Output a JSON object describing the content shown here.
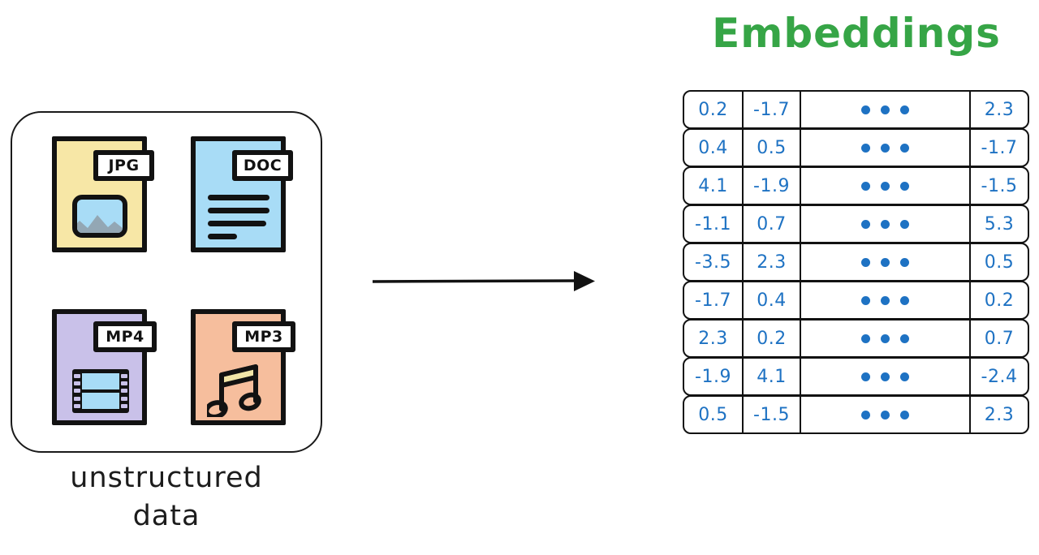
{
  "diagram": {
    "left": {
      "caption_line1": "unstructured",
      "caption_line2": "data",
      "files": [
        {
          "type": "JPG",
          "label": "JPG",
          "color": "#F7E7A6",
          "glyph": "image-icon"
        },
        {
          "type": "DOC",
          "label": "DOC",
          "color": "#A8DCF6",
          "glyph": "document-lines-icon"
        },
        {
          "type": "MP4",
          "label": "MP4",
          "color": "#C9C1E9",
          "glyph": "film-strip-icon"
        },
        {
          "type": "MP3",
          "label": "MP3",
          "color": "#F6BE9D",
          "glyph": "music-note-icon"
        }
      ]
    },
    "arrow": {
      "name": "transform-arrow",
      "direction": "right",
      "color": "#121212"
    },
    "right": {
      "title": "Embeddings",
      "title_color": "#36A546",
      "value_color": "#1E72C3",
      "ellipsis": "•••",
      "columns": 4,
      "rows": [
        {
          "c0": "0.2",
          "c1": "-1.7",
          "c2": "•••",
          "c3": "2.3"
        },
        {
          "c0": "0.4",
          "c1": "0.5",
          "c2": "•••",
          "c3": "-1.7"
        },
        {
          "c0": "4.1",
          "c1": "-1.9",
          "c2": "•••",
          "c3": "-1.5"
        },
        {
          "c0": "-1.1",
          "c1": "0.7",
          "c2": "•••",
          "c3": "5.3"
        },
        {
          "c0": "-3.5",
          "c1": "2.3",
          "c2": "•••",
          "c3": "0.5"
        },
        {
          "c0": "-1.7",
          "c1": "0.4",
          "c2": "•••",
          "c3": "0.2"
        },
        {
          "c0": "2.3",
          "c1": "0.2",
          "c2": "•••",
          "c3": "0.7"
        },
        {
          "c0": "-1.9",
          "c1": "4.1",
          "c2": "•••",
          "c3": "-2.4"
        },
        {
          "c0": "0.5",
          "c1": "-1.5",
          "c2": "•••",
          "c3": "2.3"
        }
      ]
    }
  }
}
